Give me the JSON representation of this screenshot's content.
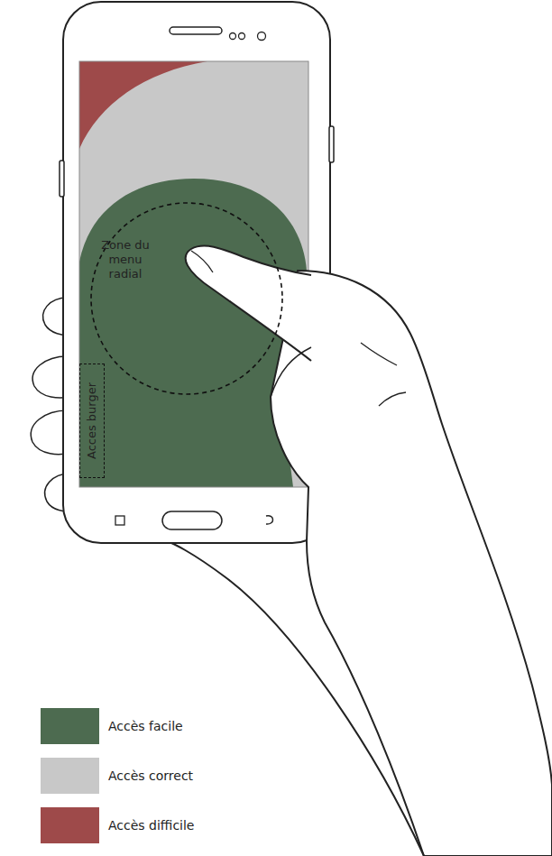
{
  "diagram": {
    "nodes": [
      {
        "text": [
          "Zone du menu radial"
        ]
      },
      {
        "text": [
          "Acces burger"
        ]
      }
    ],
    "legend": [
      {
        "text": "Accès facile",
        "color": "#4d6b50"
      },
      {
        "text": "Accès correct",
        "color": "#c8c8c8"
      },
      {
        "text": "Accès difficile",
        "color": "#9e4a4a"
      }
    ]
  }
}
